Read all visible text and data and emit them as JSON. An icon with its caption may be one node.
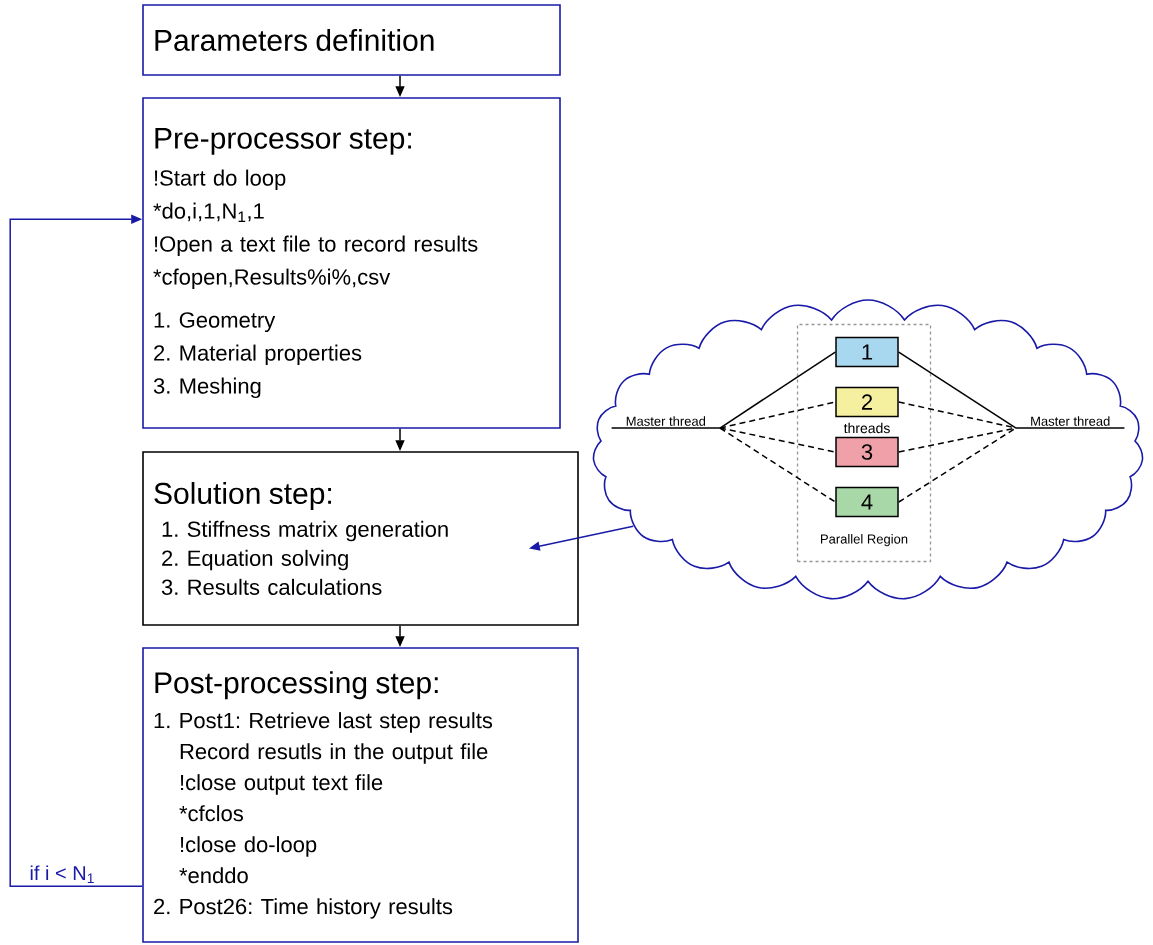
{
  "diagram": {
    "nodes": [
      {
        "text": [
          "Parameters definition"
        ]
      },
      {
        "text": [
          "Pre-processor step:",
          "!Start do loop",
          "*do,i,1,N$_{1}$,1",
          "!Open a text file to record results",
          "*cfopen,Results%i%,csv",
          "1. Geometry",
          "2. Material properties",
          "3. Meshing"
        ]
      },
      {
        "text": [
          "Solution step:",
          "1. Stiffness matrix generation",
          "2. Equation solving",
          "3. Results calculations"
        ]
      },
      {
        "text": [
          "Post-processing step:",
          "1. Post1: Retrieve last step results",
          "Record resutls in the output file",
          "!close output text file",
          "*cfclos",
          "!close do-loop",
          "*enddo",
          "2. Post26: Time history results"
        ]
      },
      {
        "text": [],
        "shape": "cloud"
      },
      {
        "text": [
          "threads",
          "Parallel Region"
        ],
        "in": 4
      },
      {
        "text": [
          "1"
        ],
        "in": 5
      },
      {
        "text": [
          "2"
        ],
        "in": 5
      },
      {
        "text": [
          "3"
        ],
        "in": 5
      },
      {
        "text": [
          "4"
        ],
        "in": 5
      },
      {
        "text": [
          "Master thread"
        ],
        "in": 4
      },
      {
        "text": [
          "Master thread"
        ],
        "in": 4
      }
    ],
    "edges": [
      {
        "from": 0,
        "to": 1,
        "arrow": "to"
      },
      {
        "from": 1,
        "to": 2,
        "arrow": "to"
      },
      {
        "from": 2,
        "to": 3,
        "arrow": "to"
      },
      {
        "from": 3,
        "to": 1,
        "arrow": "to",
        "label": "if i < N$_{1}$",
        "color": "#1a1aa8"
      },
      {
        "from": 4,
        "to": 2,
        "arrow": "to",
        "color": "#1a1aa8"
      },
      {
        "from": 10,
        "to": 6,
        "arrow": "none"
      },
      {
        "from": 10,
        "to": 7,
        "arrow": "none",
        "style": "dashed"
      },
      {
        "from": 10,
        "to": 8,
        "arrow": "none",
        "style": "dashed"
      },
      {
        "from": 10,
        "to": 9,
        "arrow": "none",
        "style": "dashed"
      },
      {
        "from": 6,
        "to": 11,
        "arrow": "none"
      },
      {
        "from": 7,
        "to": 11,
        "arrow": "none",
        "style": "dashed"
      },
      {
        "from": 8,
        "to": 11,
        "arrow": "none",
        "style": "dashed"
      },
      {
        "from": 9,
        "to": 11,
        "arrow": "none",
        "style": "dashed"
      }
    ]
  }
}
